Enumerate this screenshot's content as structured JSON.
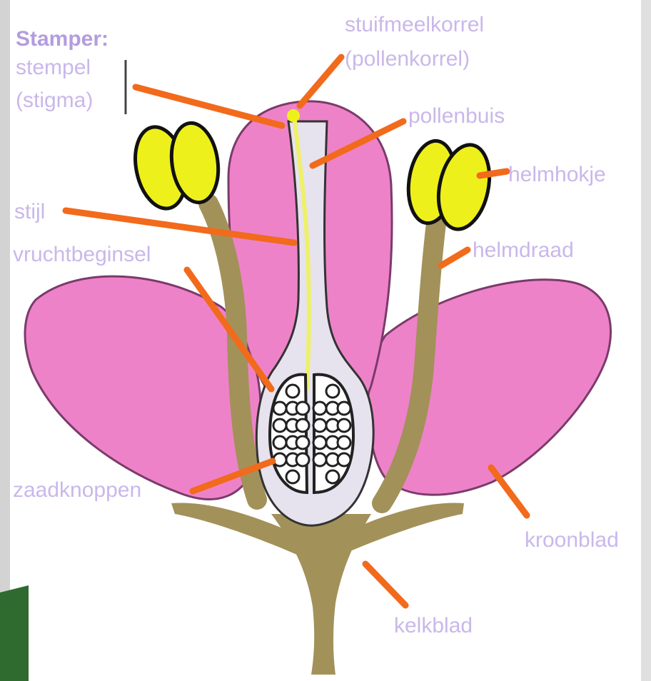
{
  "labels": {
    "stamper": "Stamper:",
    "stempel": "stempel",
    "stigma": "(stigma)",
    "stuifmeelkorrel": "stuifmeelkorrel",
    "pollenkorrel": "(pollenkorrel)",
    "pollenbuis": "pollenbuis",
    "helmhokje": "helmhokje",
    "stijl": "stijl",
    "vruchtbeginsel": "vruchtbeginsel",
    "helmdraad": "helmdraad",
    "zaadknoppen": "zaadknoppen",
    "kroonblad": "kroonblad",
    "kelkblad": "kelkblad"
  },
  "colors": {
    "petal": "#ee82c8",
    "anther": "#eef01c",
    "stalk": "#a3915a",
    "pistil": "#e6e3ee",
    "arrow": "#f26a1b",
    "label": "#c9b8ea",
    "background_left": "#d6d6d6",
    "background_right": "#2f6a2f"
  }
}
